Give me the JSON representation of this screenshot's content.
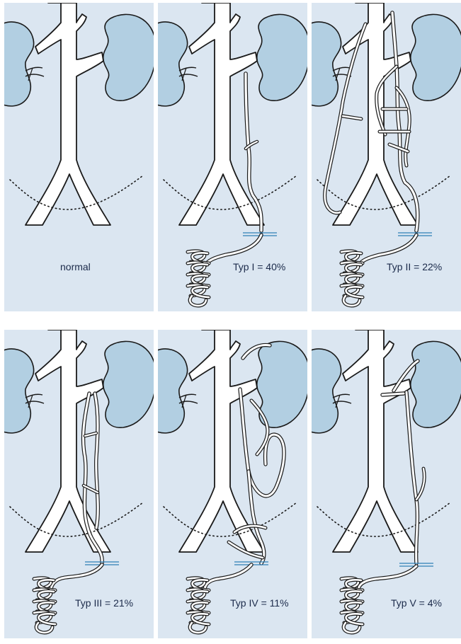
{
  "figure": {
    "panels": [
      {
        "id": "normal",
        "caption": "normal"
      },
      {
        "id": "typ-1",
        "caption": "Typ I = 40%"
      },
      {
        "id": "typ-2",
        "caption": "Typ II = 22%"
      },
      {
        "id": "typ-3",
        "caption": "Typ III = 21%"
      },
      {
        "id": "typ-4",
        "caption": "Typ IV = 11%"
      },
      {
        "id": "typ-5",
        "caption": "Typ V = 4%"
      }
    ]
  },
  "colors": {
    "panel_background": "#dbe6f1",
    "kidney_fill": "#b2cfe2",
    "outline": "#1a1a1a",
    "inguinal_line": "#2f7fb7",
    "caption_text": "#1b2a4a"
  }
}
